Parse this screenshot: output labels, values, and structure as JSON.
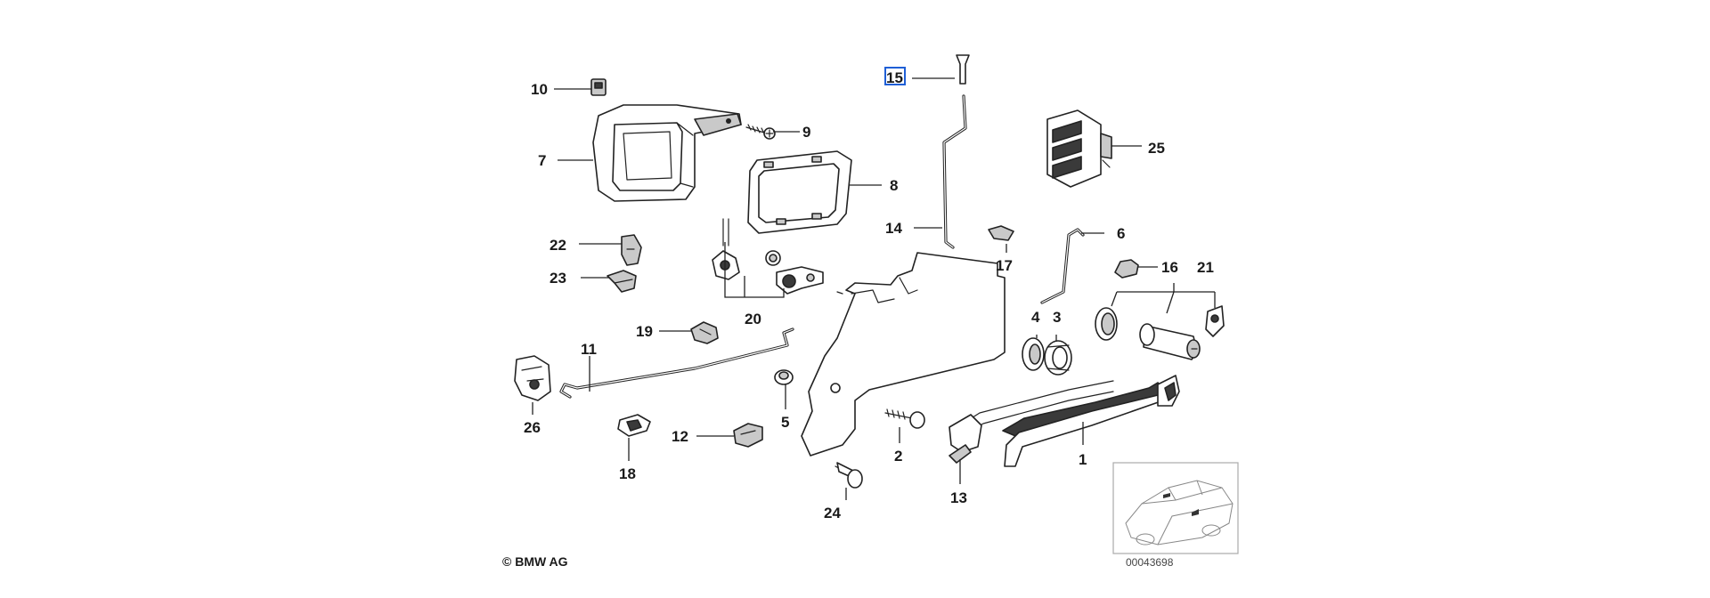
{
  "copyright": "© BMW AG",
  "reference_number": "00043698",
  "highlighted_callout": "15",
  "callouts": {
    "c1": "1",
    "c2": "2",
    "c3": "3",
    "c4": "4",
    "c5": "5",
    "c6": "6",
    "c7": "7",
    "c8": "8",
    "c9": "9",
    "c10": "10",
    "c11": "11",
    "c12": "12",
    "c13": "13",
    "c14": "14",
    "c15": "15",
    "c16": "16",
    "c17": "17",
    "c18": "18",
    "c19": "19",
    "c20": "20",
    "c21": "21",
    "c22": "22",
    "c23": "23",
    "c24": "24",
    "c25": "25",
    "c26": "26"
  },
  "colors": {
    "highlight": "#1f5fd6",
    "ink": "#222222"
  }
}
